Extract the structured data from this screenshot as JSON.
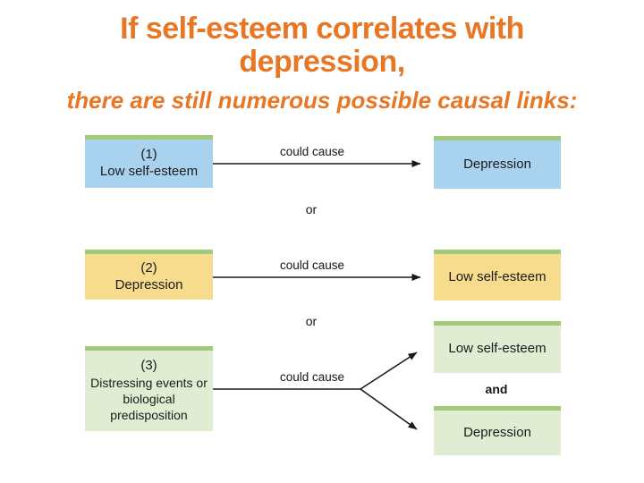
{
  "title": {
    "line1": "If self-esteem correlates with",
    "line2": "depression,"
  },
  "subtitle": "there are still numerous possible causal links:",
  "colors": {
    "title_orange": "#E87725",
    "box_blue": "#A9D2EF",
    "box_yellow": "#F7DC8E",
    "box_green": "#E0EDD3",
    "strip_green": "#A3CA7B",
    "arrow_black": "#1a1a1a"
  },
  "diagram": {
    "row1": {
      "number": "(1)",
      "source_label": "Low self-esteem",
      "arrow_label": "could cause",
      "target_label": "Depression",
      "separator": "or"
    },
    "row2": {
      "number": "(2)",
      "source_label": "Depression",
      "arrow_label": "could cause",
      "target_label": "Low self-esteem",
      "separator": "or"
    },
    "row3": {
      "number": "(3)",
      "source_label": "Distressing events or biological predisposition",
      "arrow_label": "could cause",
      "target_top_label": "Low self-esteem",
      "conjunction": "and",
      "target_bottom_label": "Depression"
    }
  }
}
